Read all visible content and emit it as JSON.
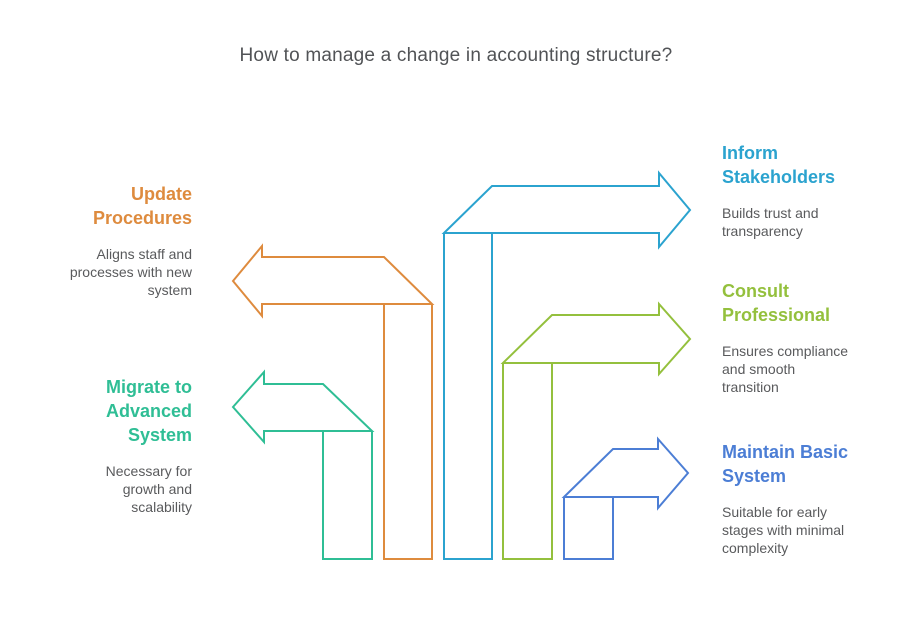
{
  "title": "How to manage a change in accounting structure?",
  "items": [
    {
      "id": "update-procedures",
      "side": "left",
      "heading": "Update\nProcedures",
      "description": "Aligns staff and\nprocesses with new\nsystem",
      "color": "#DE8B3E"
    },
    {
      "id": "migrate-advanced-system",
      "side": "left",
      "heading": "Migrate to\nAdvanced\nSystem",
      "description": "Necessary for\ngrowth and\nscalability",
      "color": "#2FBE95"
    },
    {
      "id": "inform-stakeholders",
      "side": "right",
      "heading": "Inform\nStakeholders",
      "description": "Builds trust and\ntransparency",
      "color": "#2BA3CF"
    },
    {
      "id": "consult-professional",
      "side": "right",
      "heading": "Consult\nProfessional",
      "description": "Ensures compliance\nand smooth\ntransition",
      "color": "#94C03D"
    },
    {
      "id": "maintain-basic-system",
      "side": "right",
      "heading": "Maintain Basic\nSystem",
      "description": "Suitable for early\nstages with minimal\ncomplexity",
      "color": "#4C7ED5"
    }
  ]
}
